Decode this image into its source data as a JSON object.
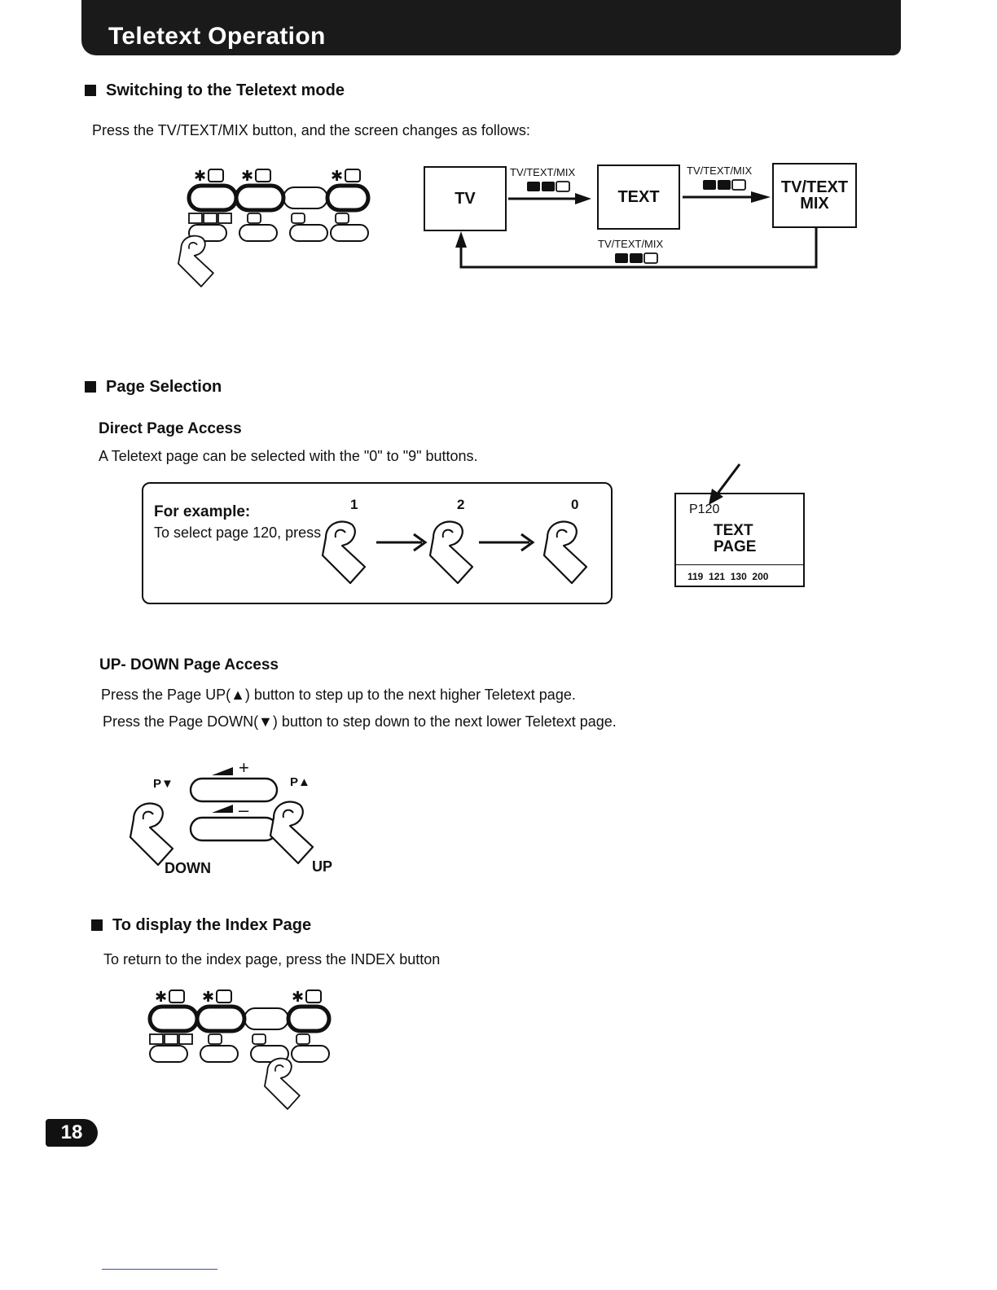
{
  "header": {
    "title": "Teletext Operation"
  },
  "sections": {
    "switching": {
      "heading": "Switching to the Teletext mode",
      "intro": "Press the TV/TEXT/MIX button, and the screen changes as follows:",
      "flow": {
        "tv": "TV",
        "text": "TEXT",
        "mix_line1": "TV/TEXT",
        "mix_line2": "MIX",
        "arrow_label": "TV/TEXT/MIX"
      }
    },
    "page_selection": {
      "heading": "Page Selection",
      "direct": {
        "title": "Direct Page Access",
        "desc": "A Teletext page can be selected with the \"0\" to \"9\" buttons.",
        "example_title": "For example:",
        "example_text": "To select page 120, press",
        "digits": [
          "1",
          "2",
          "0"
        ]
      },
      "screen": {
        "page_number": "P120",
        "line1": "TEXT",
        "line2": "PAGE",
        "fastext": "119  121  130  200"
      },
      "updown": {
        "title": "UP- DOWN Page Access",
        "line1": "Press the Page UP(▲) button to step up to the next higher Teletext page.",
        "line2": "Press the Page DOWN(▼) button to step down to the next lower Teletext page.",
        "p_down": "P▼",
        "p_up": "P▲",
        "down": "DOWN",
        "up": "UP",
        "plus": "+",
        "minus": "–"
      }
    },
    "index": {
      "heading": "To display the Index Page",
      "text": "To return to the index page, press the INDEX button"
    }
  },
  "page_number": "18"
}
